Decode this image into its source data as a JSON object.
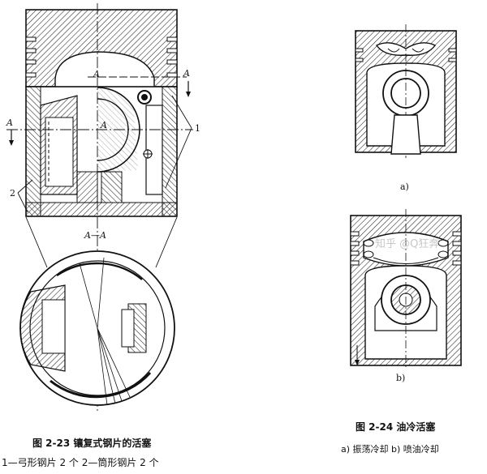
{
  "fig23": {
    "caption": "图 2-23  镶复式钢片的活塞",
    "legend": "1—弓形钢片 2 个    2—筒形钢片 2 个",
    "label_A_left": "A",
    "label_A_top": "A",
    "label_A_right": "A",
    "label_A_center": "A",
    "label_1": "1",
    "label_2": "2",
    "section_label": "A—A"
  },
  "fig24": {
    "caption": "图 2-24   油冷活塞",
    "legend": "a) 振荡冷却  b) 喷油冷却",
    "sub_a": "a)",
    "sub_b": "b)"
  },
  "watermark": "知乎 @Q狂奔"
}
